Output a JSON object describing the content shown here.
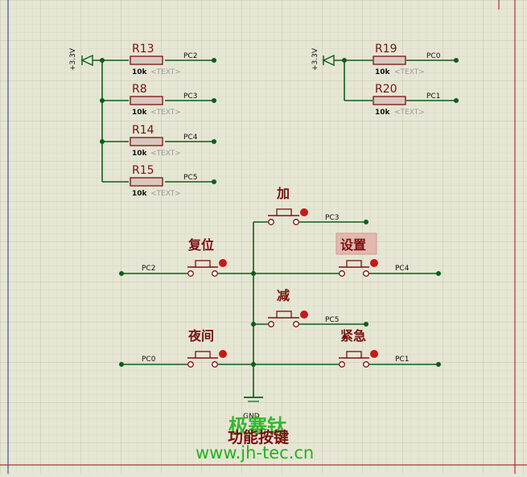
{
  "power": {
    "left": "+3.3V",
    "right": "+3.3V"
  },
  "resistors": [
    {
      "ref": "R13",
      "value": "10k",
      "placeholder": "<TEXT>",
      "net": "PC2"
    },
    {
      "ref": "R8",
      "value": "10k",
      "placeholder": "<TEXT>",
      "net": "PC3"
    },
    {
      "ref": "R14",
      "value": "10k",
      "placeholder": "<TEXT>",
      "net": "PC4"
    },
    {
      "ref": "R15",
      "value": "10k",
      "placeholder": "<TEXT>",
      "net": "PC5"
    },
    {
      "ref": "R19",
      "value": "10k",
      "placeholder": "<TEXT>",
      "net": "PC0"
    },
    {
      "ref": "R20",
      "value": "10k",
      "placeholder": "<TEXT>",
      "net": "PC1"
    }
  ],
  "buttons": [
    {
      "label": "加",
      "net": "PC3"
    },
    {
      "label": "复位",
      "net": "PC2"
    },
    {
      "label": "设置",
      "net": "PC4"
    },
    {
      "label": "减",
      "net": "PC5"
    },
    {
      "label": "夜间",
      "net": "PC0"
    },
    {
      "label": "紧急",
      "net": "PC1"
    }
  ],
  "ground": "GND",
  "section_title": "功能按键",
  "watermark": {
    "cn": "极寨钛",
    "url": "www.jh-tec.cn"
  },
  "colors": {
    "wire": "#0b5e1a",
    "component": "#7a1010",
    "label": "#111111",
    "placeholder": "#9a9a9a",
    "pin": "#c81818",
    "watermark": "#21b21e"
  }
}
